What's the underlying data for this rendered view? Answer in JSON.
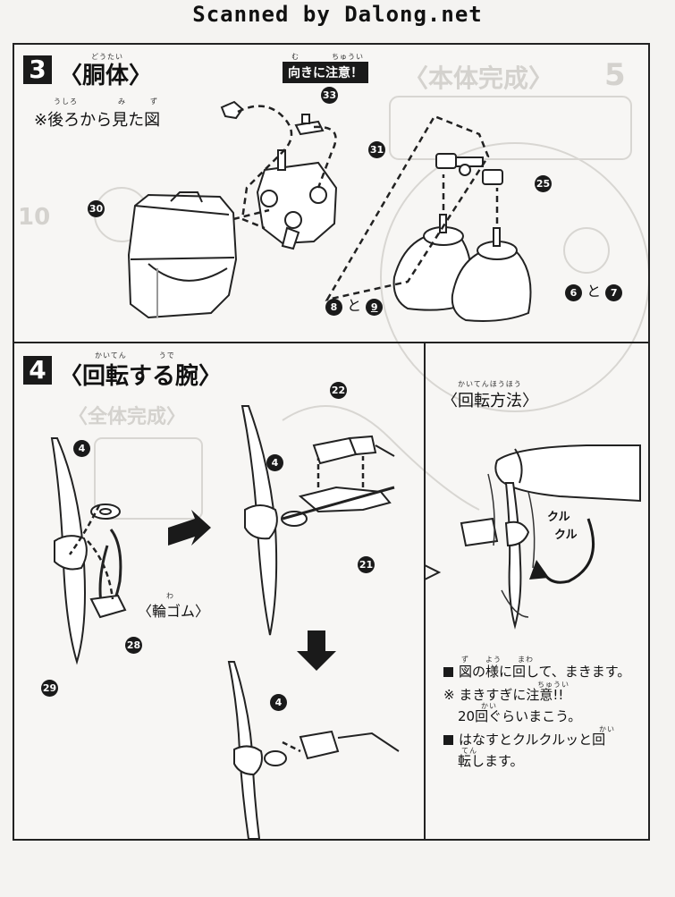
{
  "header": {
    "banner": "Scanned by Dalong.net"
  },
  "step3": {
    "number": "3",
    "title": "〈胴体〉",
    "title_ruby": "どうたい",
    "note": "※後ろから見た図",
    "note_ruby": "うしろ　　　　　み　　　ず",
    "warning": "向きに注意！",
    "warning_ruby": "む　　　　ちゅうい",
    "parts": {
      "p30": "30",
      "p31": "31",
      "p33": "33",
      "p25": "25"
    },
    "legs_left": {
      "a": "8",
      "join": "と",
      "b": "9"
    },
    "legs_right": {
      "a": "6",
      "join": "と",
      "b": "7"
    }
  },
  "step4": {
    "number": "4",
    "title": "〈回転する腕〉",
    "title_ruby": "かいてん　　　　うで",
    "parts": {
      "p4": "4",
      "p22": "22",
      "p21": "21",
      "p28": "28",
      "p29": "29"
    },
    "rubber_label": "〈輪ゴム〉",
    "rubber_ruby": "わ",
    "method": {
      "title": "〈回転方法〉",
      "title_ruby": "かいてんほうほう",
      "sfx1": "クル",
      "sfx2": "クル",
      "inst1": "図の様に回して、まきます。",
      "inst1_ruby": "ず　　よう　　まわ",
      "inst2a": "※ まきすぎに注意!!",
      "inst2a_ruby": "ちゅうい",
      "inst2b": "20回ぐらいまこう。",
      "inst2b_ruby": "かい",
      "inst3a": "はなすとクルクルッと回",
      "inst3a_ruby": "かい",
      "inst3b": "転します。",
      "inst3b_ruby": "てん"
    }
  },
  "background_ghost": {
    "g1": "〈本体完成〉",
    "g2": "5",
    "g3": "〈全体完成〉",
    "g4": "10"
  }
}
